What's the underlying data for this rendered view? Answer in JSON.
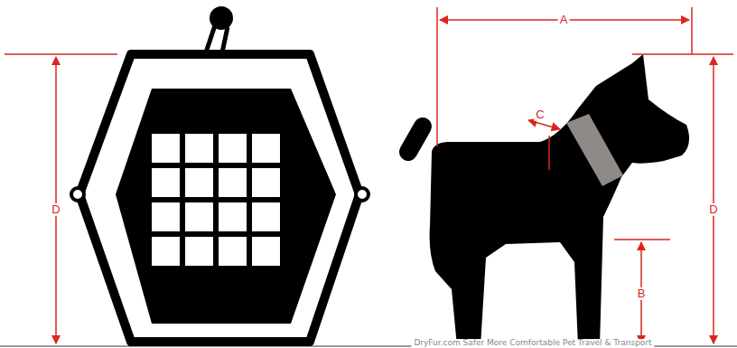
{
  "diagram": {
    "labels": [
      "D",
      "A",
      "C",
      "D",
      "B",
      "DryFur.com Safer More Comfortable Pet Travel & Transport"
    ]
  }
}
